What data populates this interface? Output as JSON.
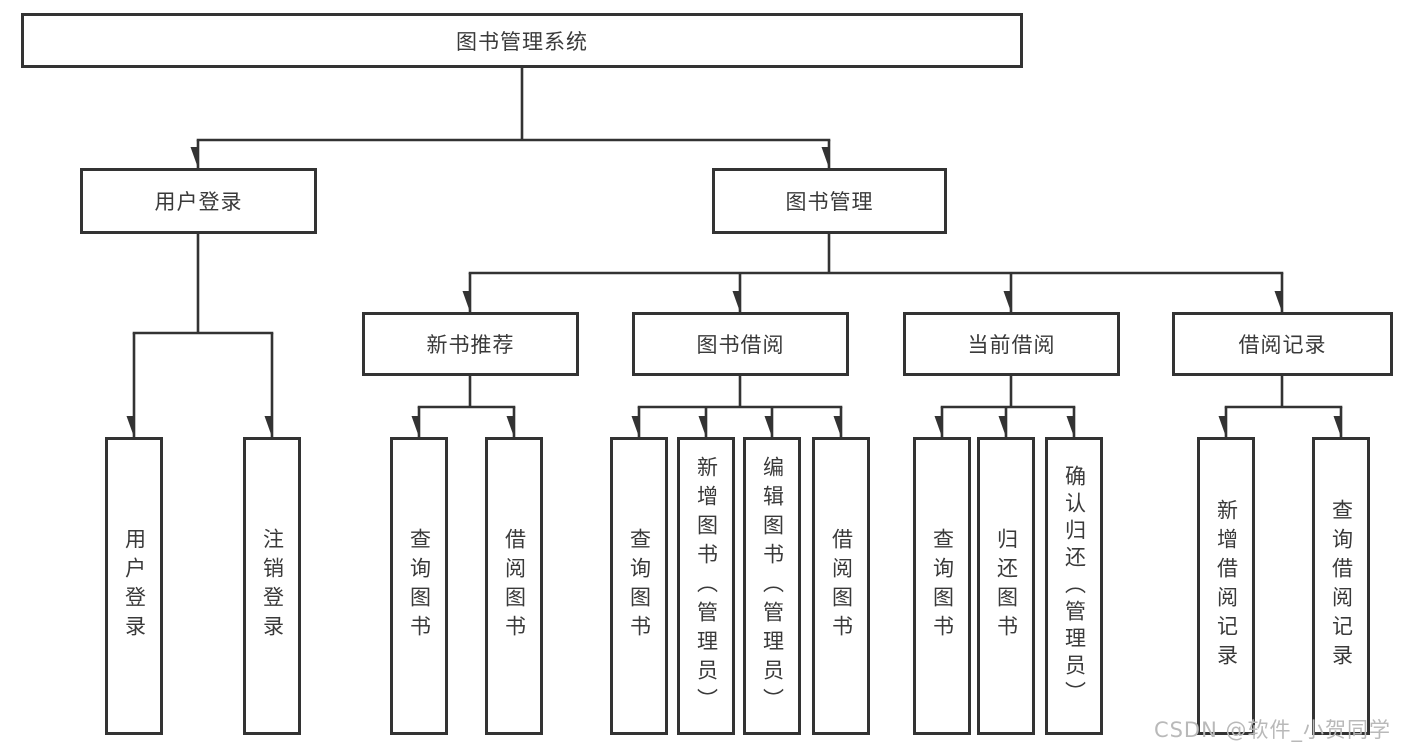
{
  "tree": {
    "root": {
      "label": "图书管理系统"
    },
    "branches": [
      {
        "label": "用户登录",
        "children": [
          {
            "label": "用户登录"
          },
          {
            "label": "注销登录"
          }
        ]
      },
      {
        "label": "图书管理",
        "children": [
          {
            "label": "新书推荐",
            "children": [
              {
                "label": "查询图书"
              },
              {
                "label": "借阅图书"
              }
            ]
          },
          {
            "label": "图书借阅",
            "children": [
              {
                "label": "查询图书"
              },
              {
                "label": "新增图书（管理员）"
              },
              {
                "label": "编辑图书（管理员）"
              },
              {
                "label": "借阅图书"
              }
            ]
          },
          {
            "label": "当前借阅",
            "children": [
              {
                "label": "查询图书"
              },
              {
                "label": "归还图书"
              },
              {
                "label": "确认归还（管理员）"
              }
            ]
          },
          {
            "label": "借阅记录",
            "children": [
              {
                "label": "新增借阅记录"
              },
              {
                "label": "查询借阅记录"
              }
            ]
          }
        ]
      }
    ]
  },
  "watermark": "CSDN @软件_小贺同学",
  "colors": {
    "line": "#333333",
    "box_border": "#333333",
    "text": "#3a3a3a",
    "box_background": "#ffffff",
    "watermark": "#b9b9b9",
    "page_background": "#ffffff"
  }
}
